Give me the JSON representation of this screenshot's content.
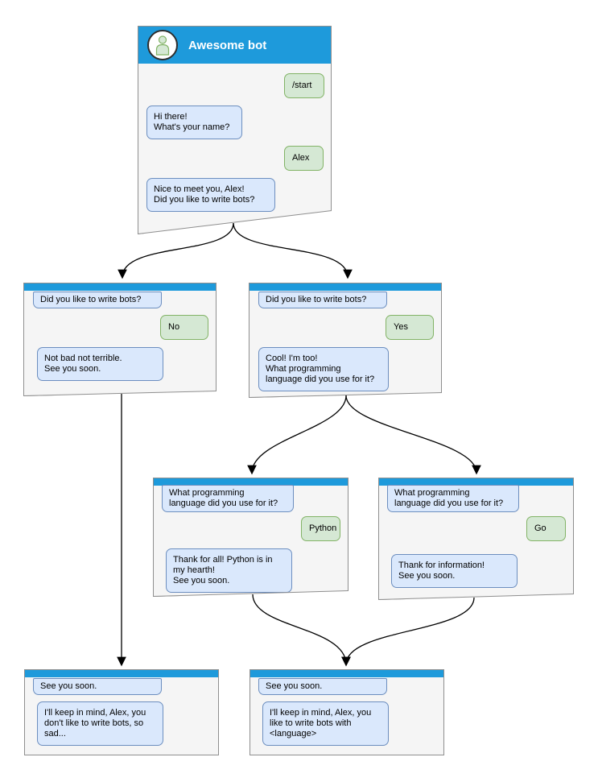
{
  "colors": {
    "accent_blue": "#1e9adb",
    "window_fill": "#f5f5f5",
    "window_border": "#8f8f8f",
    "bot_fill": "#dae8fc",
    "bot_border": "#6c8ebf",
    "user_fill": "#d5e8d4",
    "user_border": "#82b366",
    "arrow_color": "#000000",
    "avatar_fill": "#d5e8d4",
    "avatar_stroke": "#82b366"
  },
  "main_window": {
    "title": "Awesome bot",
    "avatar_icon": "person-icon",
    "messages": {
      "start_command": "/start",
      "ask_name": "Hi there!\nWhat's your name?",
      "name_reply": "Alex",
      "ask_bots": "Nice to meet you, Alex!\nDid you like to write bots?"
    }
  },
  "no_branch_window": {
    "question": "Did you like to write bots?",
    "answer": "No",
    "reply": "Not bad not terrible.\nSee you soon."
  },
  "yes_branch_window": {
    "question": "Did you like to write bots?",
    "answer": "Yes",
    "reply": "Cool! I'm too!\nWhat programming\nlanguage did you use for it?"
  },
  "python_branch_window": {
    "question": "What programming\nlanguage did you use for it?",
    "answer": "Python",
    "reply": "Thank for all! Python is in\nmy hearth!\nSee you soon."
  },
  "go_branch_window": {
    "question": "What programming\nlanguage did you use for it?",
    "answer": "Go",
    "reply": "Thank for information!\nSee you soon."
  },
  "no_final_window": {
    "question": "See you soon.",
    "reply": "I'll keep in mind, Alex, you\ndon't like to write bots, so\nsad..."
  },
  "yes_final_window": {
    "question": "See you soon.",
    "reply": "I'll keep in mind, Alex, you\nlike to write bots with\n<language>"
  }
}
